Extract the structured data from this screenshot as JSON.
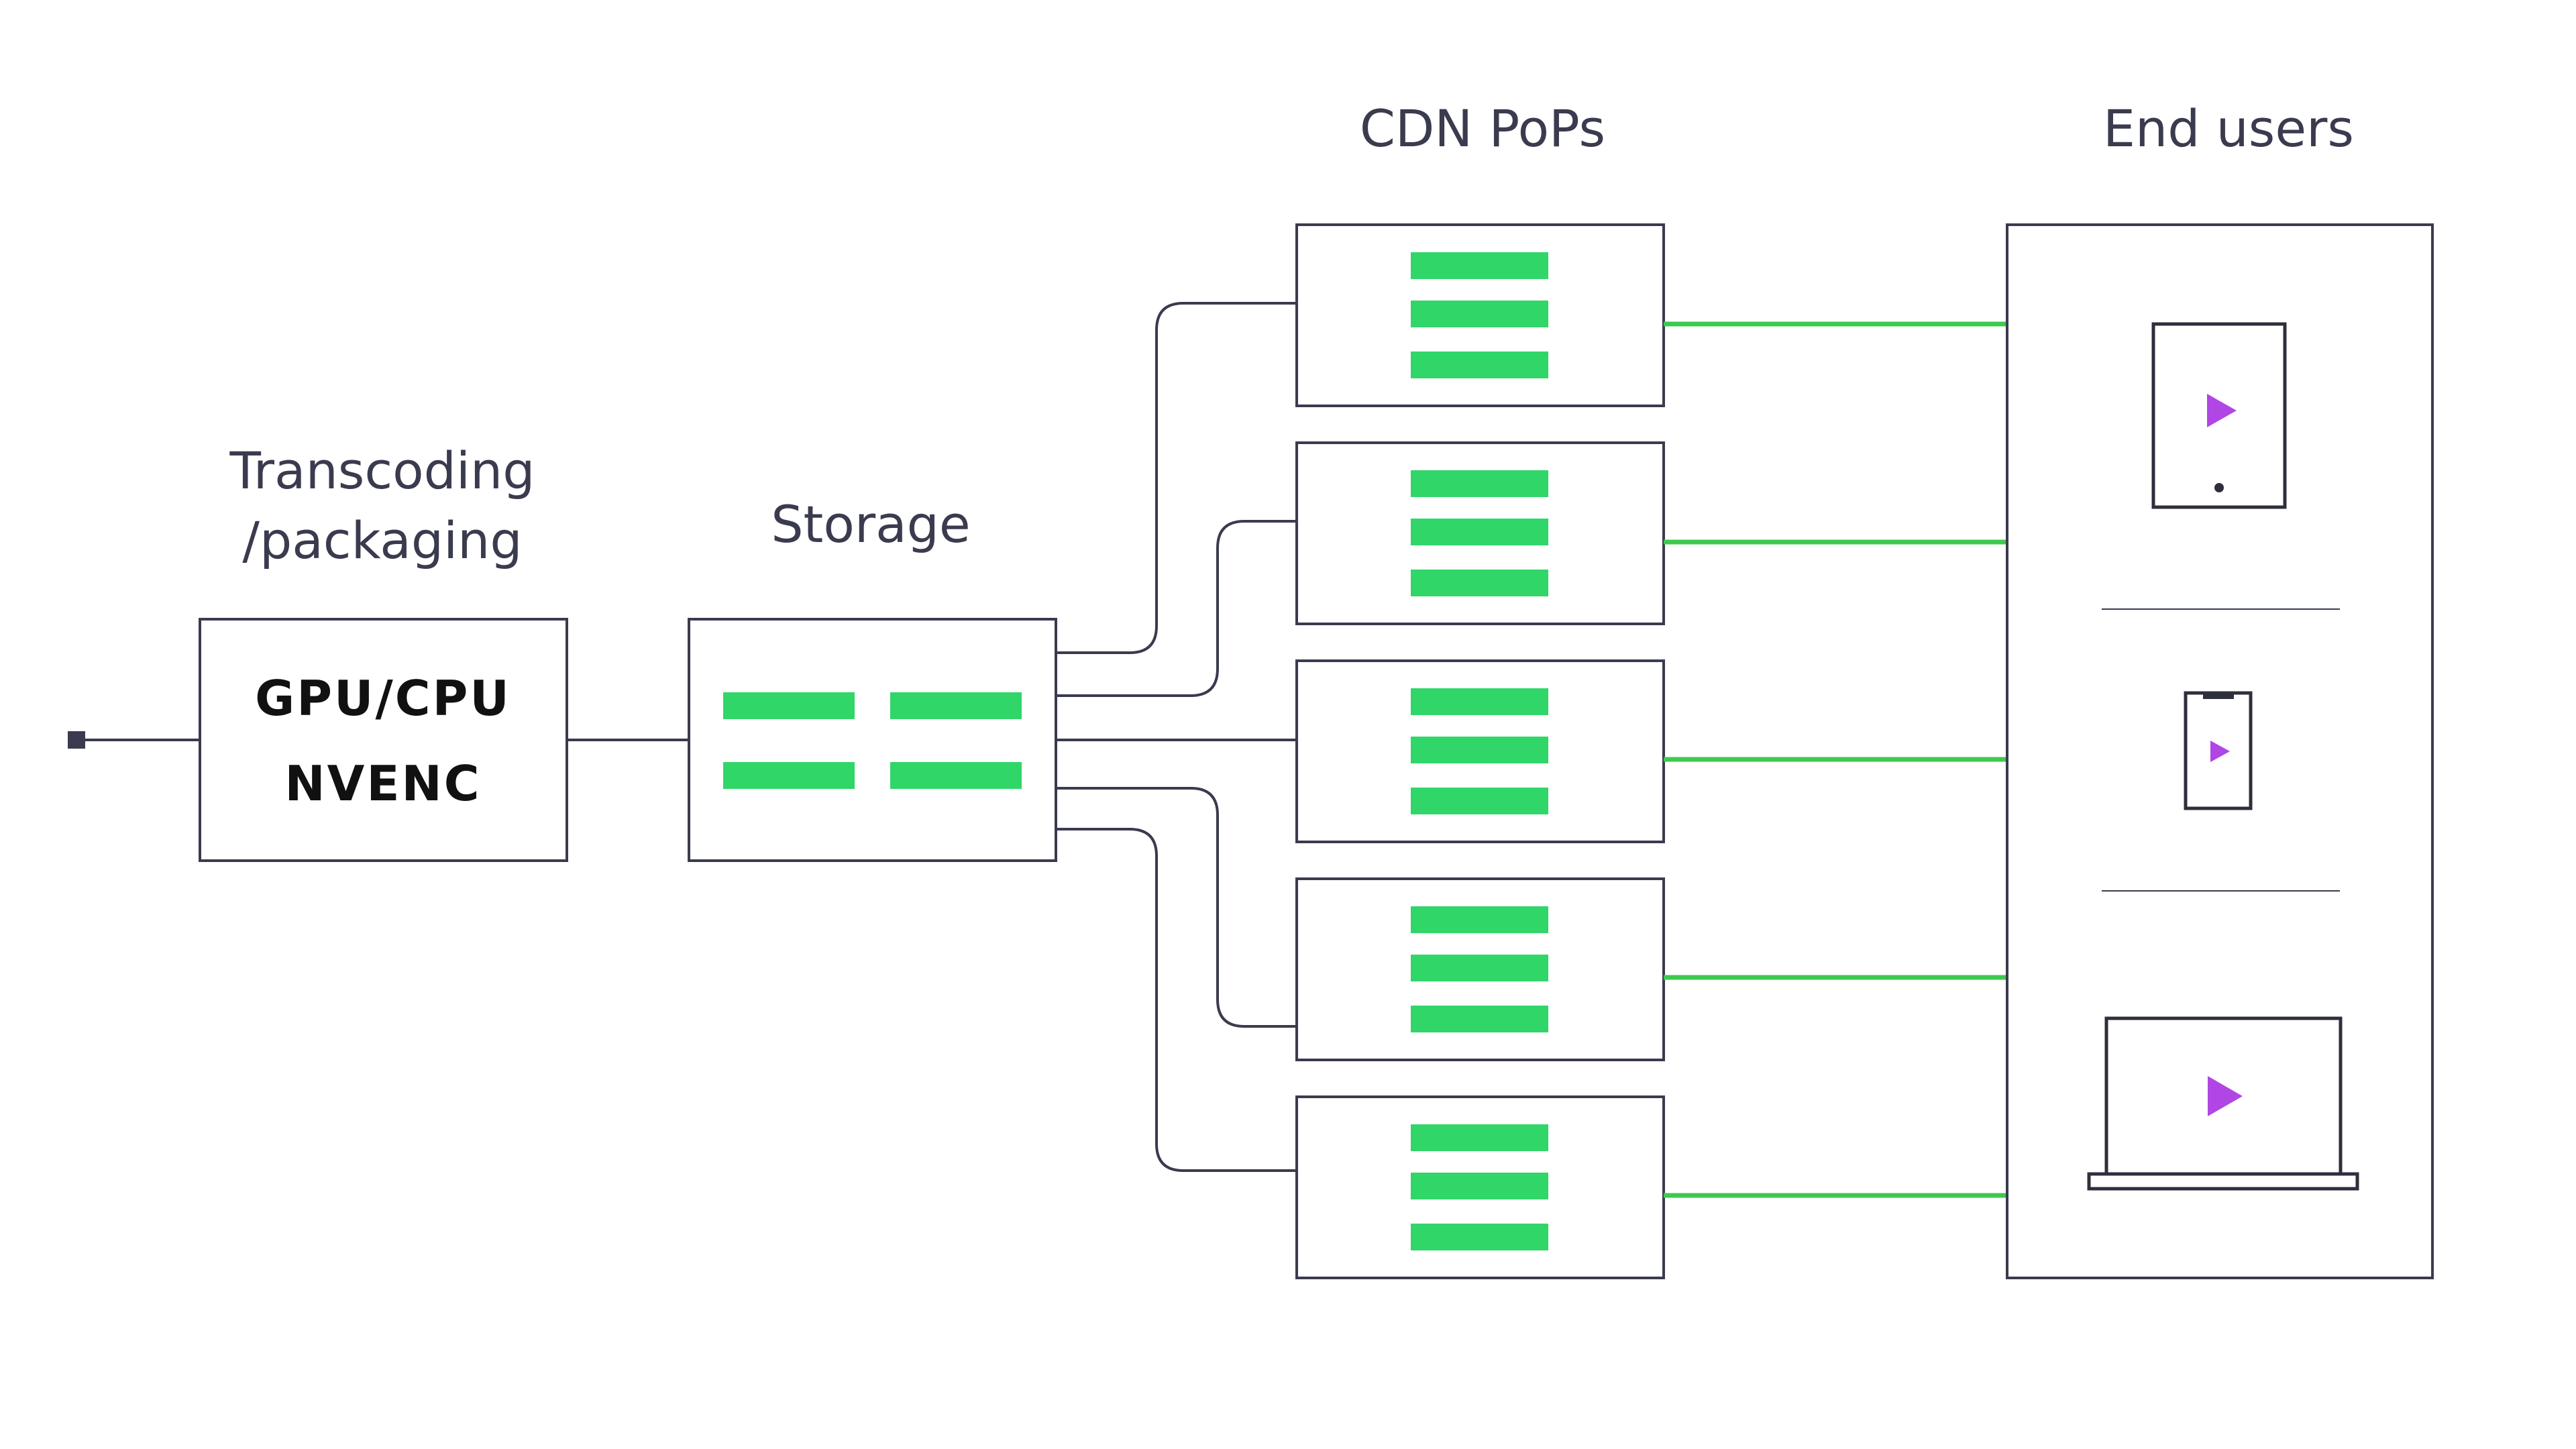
{
  "labels": {
    "transcoding_line1": "Transcoding",
    "transcoding_line2": "/packaging",
    "storage": "Storage",
    "cdn_pops": "CDN PoPs",
    "end_users": "End users"
  },
  "transcoder_box": {
    "line1": "GPU/CPU",
    "line2": "NVENC"
  },
  "icons": {
    "server_bar": "server-bar-icon",
    "play": "play-icon",
    "tablet": "tablet-icon",
    "phone": "smartphone-icon",
    "laptop": "laptop-icon"
  },
  "colors": {
    "line": "#3a3b4e",
    "green": "#30d668",
    "green_link": "#3ec94e",
    "play": "#b046e4"
  }
}
